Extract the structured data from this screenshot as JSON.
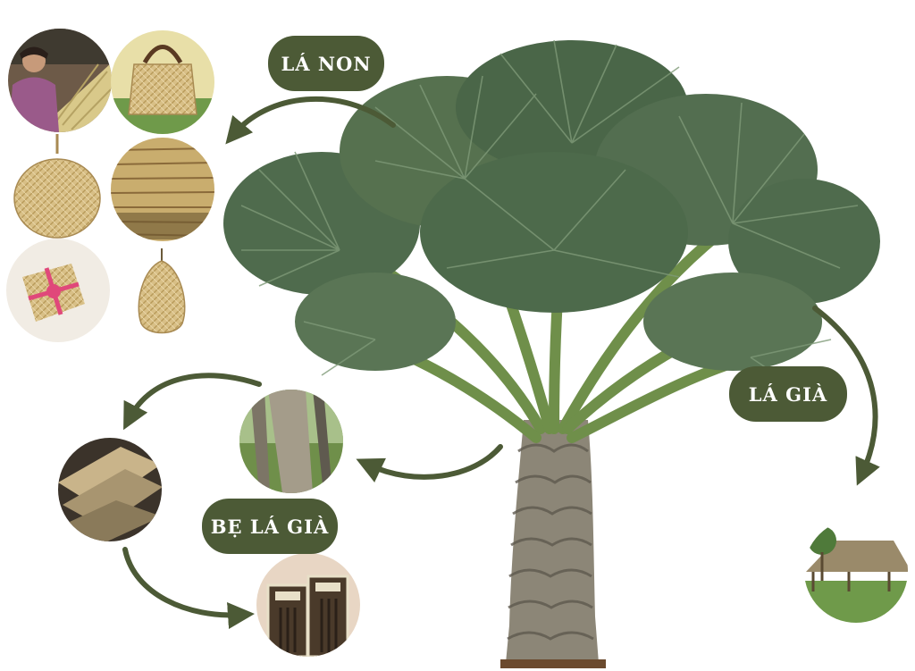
{
  "labels": {
    "young_leaf": "LÁ NON",
    "old_leaf": "LÁ GIÀ",
    "old_leaf_base": "BẸ LÁ GIÀ"
  },
  "colors": {
    "accent": "#4c5a36",
    "arrow": "#4c5a36",
    "palm_leaf": "#4f6b4d",
    "palm_leaf_light": "#7f9a78",
    "trunk": "#8c8677",
    "straw": "#d8bf86",
    "label_text": "#ffffff"
  },
  "icons": {
    "tree": "fan-palm-tree",
    "young_leaf_products": [
      "woman-weaving-photo",
      "woven-basket-bag",
      "woven-hand-fan",
      "woven-mat-strips",
      "woven-gift-box",
      "woven-pendant-lamp"
    ],
    "old_leaf_products": [
      "thatched-hut-photo"
    ],
    "old_leaf_base_products": [
      "palm-trunk-base-photo",
      "leaf-sheath-pieces",
      "packaged-chopsticks"
    ]
  }
}
